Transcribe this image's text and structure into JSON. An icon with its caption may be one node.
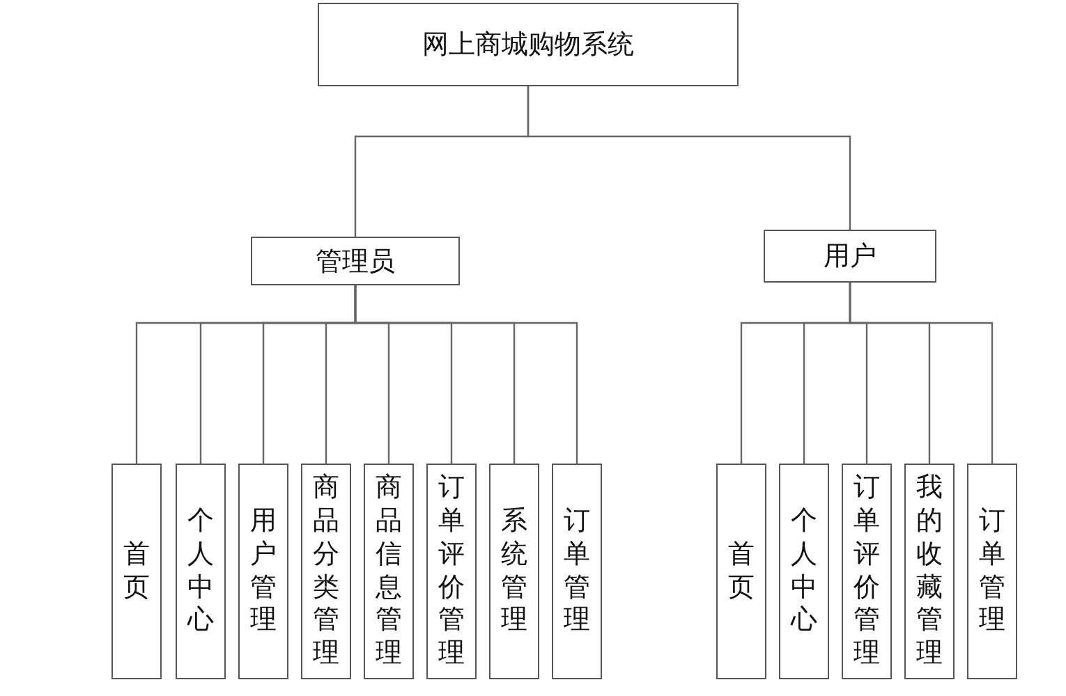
{
  "diagram": {
    "nodes": [
      {
        "text": [
          "网上商城购物系统"
        ]
      },
      {
        "text": [
          "管理员"
        ]
      },
      {
        "text": [
          "用户"
        ]
      },
      {
        "text": [
          "首页"
        ]
      },
      {
        "text": [
          "个人中心"
        ]
      },
      {
        "text": [
          "用户管理"
        ]
      },
      {
        "text": [
          "商品分类管理"
        ]
      },
      {
        "text": [
          "商品信息管理"
        ]
      },
      {
        "text": [
          "订单评价管理"
        ]
      },
      {
        "text": [
          "系统管理"
        ]
      },
      {
        "text": [
          "订单管理"
        ]
      },
      {
        "text": [
          "首页"
        ]
      },
      {
        "text": [
          "个人中心"
        ]
      },
      {
        "text": [
          "订单评价管理"
        ]
      },
      {
        "text": [
          "我的收藏管理"
        ]
      },
      {
        "text": [
          "订单管理"
        ]
      }
    ],
    "edges": [
      {
        "from": 0,
        "to": 1,
        "arrow": "none"
      },
      {
        "from": 0,
        "to": 2,
        "arrow": "none"
      },
      {
        "from": 1,
        "to": 3,
        "arrow": "none"
      },
      {
        "from": 1,
        "to": 4,
        "arrow": "none"
      },
      {
        "from": 1,
        "to": 5,
        "arrow": "none"
      },
      {
        "from": 1,
        "to": 6,
        "arrow": "none"
      },
      {
        "from": 1,
        "to": 7,
        "arrow": "none"
      },
      {
        "from": 1,
        "to": 8,
        "arrow": "none"
      },
      {
        "from": 1,
        "to": 9,
        "arrow": "none"
      },
      {
        "from": 1,
        "to": 10,
        "arrow": "none"
      },
      {
        "from": 2,
        "to": 11,
        "arrow": "none"
      },
      {
        "from": 2,
        "to": 12,
        "arrow": "none"
      },
      {
        "from": 2,
        "to": 13,
        "arrow": "none"
      },
      {
        "from": 2,
        "to": 14,
        "arrow": "none"
      },
      {
        "from": 2,
        "to": 15,
        "arrow": "none"
      }
    ]
  }
}
